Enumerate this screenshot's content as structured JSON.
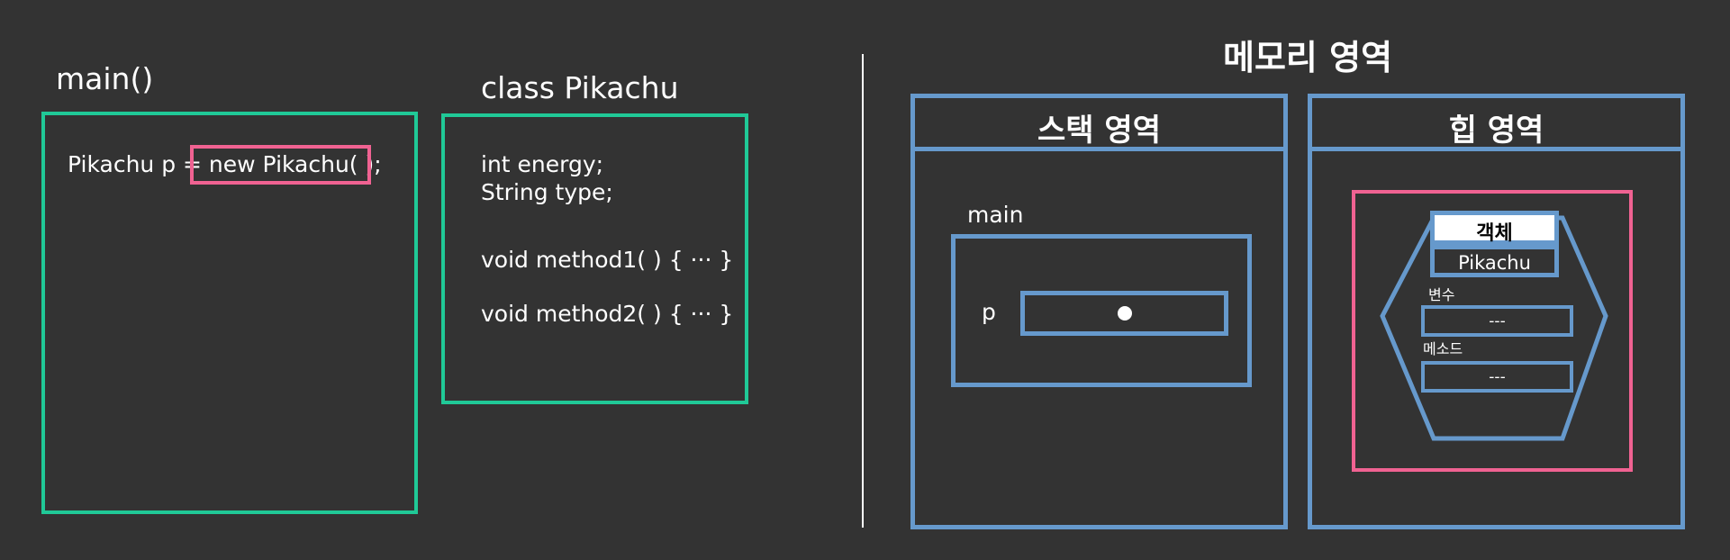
{
  "code": {
    "main_title": "main()",
    "main_prefix": "Pikachu p = ",
    "main_new_expr": "new Pikachu( );",
    "class_title": "class Pikachu",
    "class_lines": [
      "int energy;",
      "String type;",
      "void method1(  ) {  ··· }",
      "void method2(  ) {  ··· }"
    ]
  },
  "memory": {
    "title": "메모리 영역",
    "stack": {
      "title": "스택 영역",
      "frame_label": "main",
      "var_name": "p"
    },
    "heap": {
      "title": "힙 영역",
      "object_title": "객체",
      "object_class": "Pikachu",
      "fields_label": "변수",
      "fields_value": "---",
      "methods_label": "메소드",
      "methods_value": "---"
    }
  },
  "colors": {
    "background": "#333333",
    "code_border": "#20c997",
    "memory_border": "#6699cc",
    "highlight_border": "#f06292",
    "text": "#ffffff"
  },
  "icons": [
    "reference-dot-icon",
    "hexagon-object-shape"
  ]
}
